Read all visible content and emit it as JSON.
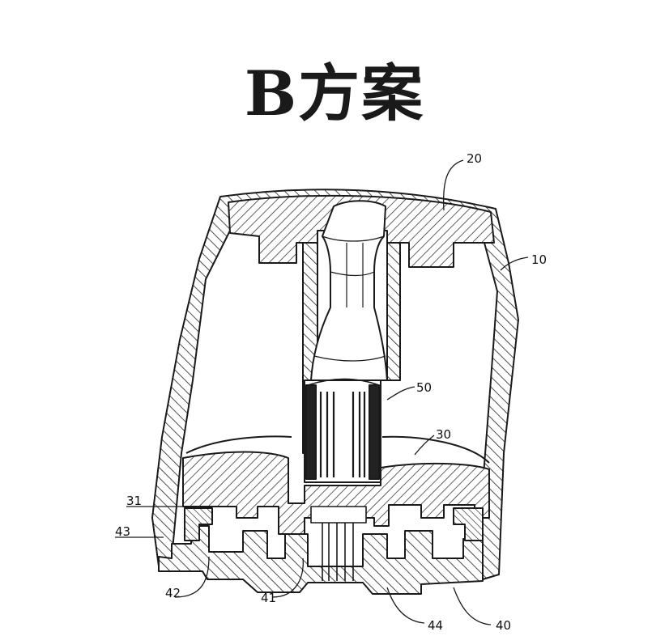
{
  "title": "B方案",
  "callouts": {
    "c10": "10",
    "c20": "20",
    "c30": "30",
    "c31": "31",
    "c40": "40",
    "c41": "41",
    "c42": "42",
    "c43": "43",
    "c44": "44",
    "c50": "50"
  },
  "colors": {
    "ink": "#1a1a1a",
    "background": "#ffffff"
  }
}
